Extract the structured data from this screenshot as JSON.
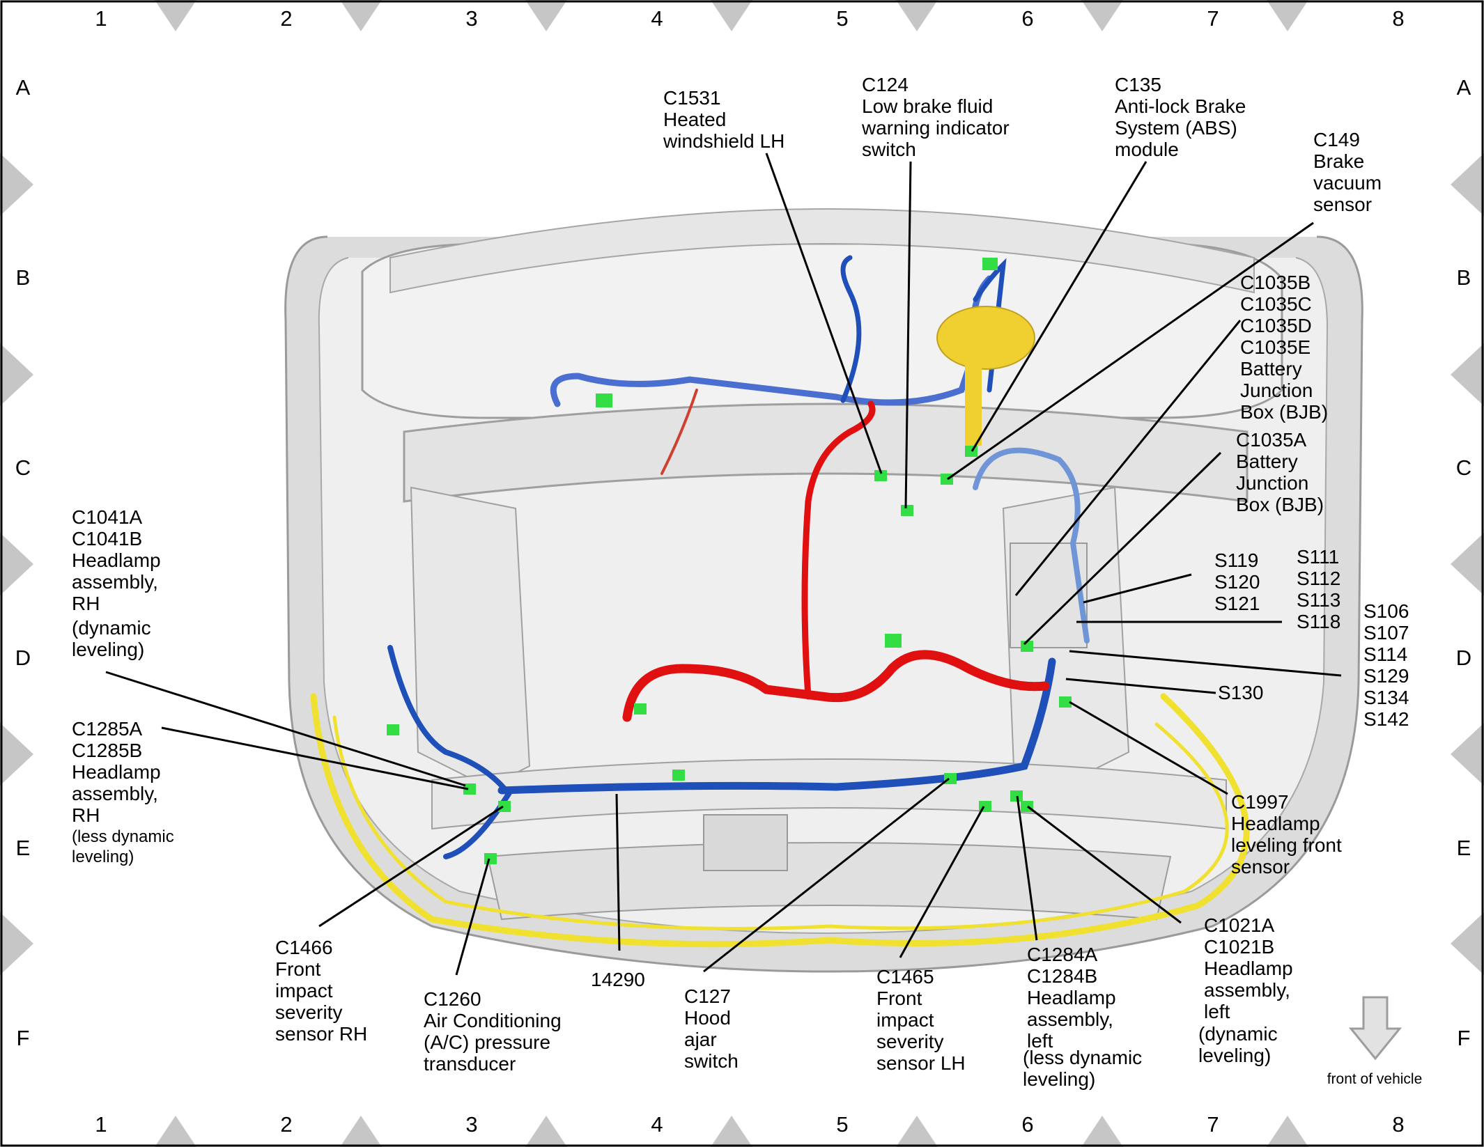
{
  "grid": {
    "columns": [
      "1",
      "2",
      "3",
      "4",
      "5",
      "6",
      "7",
      "8"
    ],
    "rows": [
      "A",
      "B",
      "C",
      "D",
      "E",
      "F"
    ]
  },
  "labels": {
    "c1531": [
      "C1531",
      "Heated",
      "windshield LH"
    ],
    "c124": [
      "C124",
      "Low brake fluid",
      "warning indicator",
      "switch"
    ],
    "c135": [
      "C135",
      "Anti-lock Brake",
      "System (ABS)",
      "module"
    ],
    "c149": [
      "C149",
      "Brake",
      "vacuum",
      "sensor"
    ],
    "c1035b": [
      "C1035B",
      "C1035C",
      "C1035D",
      "C1035E",
      "Battery",
      "Junction",
      "Box (BJB)"
    ],
    "c1035a": [
      "C1035A",
      "Battery",
      "Junction",
      "Box (BJB)"
    ],
    "s119": [
      "S119",
      "S120",
      "S121"
    ],
    "s111": [
      "S111",
      "S112",
      "S113",
      "S118"
    ],
    "s106": [
      "S106",
      "S107",
      "S114",
      "S129",
      "S134",
      "S142"
    ],
    "s130": [
      "S130"
    ],
    "c1997": [
      "C1997",
      "Headlamp",
      "leveling front",
      "sensor"
    ],
    "c1041": [
      "C1041A",
      "C1041B",
      "Headlamp",
      "assembly,",
      "RH",
      "(dynamic",
      "leveling)"
    ],
    "c1285": [
      "C1285A",
      "C1285B",
      "Headlamp",
      "assembly,",
      "RH"
    ],
    "c1285_note": [
      "(less dynamic",
      "leveling)"
    ],
    "c1466": [
      "C1466",
      "Front",
      "impact",
      "severity",
      "sensor RH"
    ],
    "c1260": [
      "C1260",
      "Air Conditioning",
      "(A/C) pressure",
      "transducer"
    ],
    "h14290": [
      "14290"
    ],
    "c127": [
      "C127",
      "Hood",
      "ajar",
      "switch"
    ],
    "c1465": [
      "C1465",
      "Front",
      "impact",
      "severity",
      "sensor LH"
    ],
    "c1284": [
      "C1284A",
      "C1284B",
      "Headlamp",
      "assembly,",
      "left",
      "(less dynamic",
      "leveling)"
    ],
    "c1021": [
      "C1021A",
      "C1021B",
      "Headlamp",
      "assembly,",
      "left",
      "(dynamic",
      "leveling)"
    ]
  },
  "front_label": "front of vehicle",
  "colors": {
    "harness_blue": "#1f4fb8",
    "harness_light_blue": "#6f95d6",
    "harness_red": "#e01010",
    "harness_yellow": "#f0e030",
    "connector_green": "#33dd44",
    "body_gray": "#dcdcdc",
    "grid_marker_gray": "#c6c6c6"
  }
}
